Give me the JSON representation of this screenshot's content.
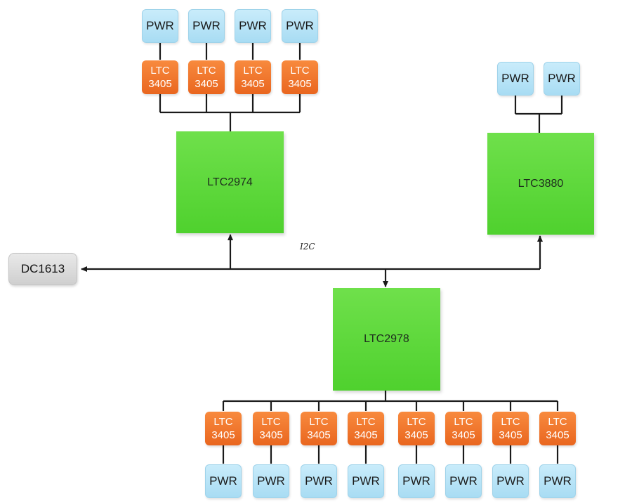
{
  "labels": {
    "pwr": "PWR",
    "ltc3405_top": "LTC",
    "ltc3405_bottom": "3405",
    "ltc2974": "LTC2974",
    "ltc3880": "LTC3880",
    "ltc2978": "LTC2978",
    "dc1613": "DC1613",
    "bus": "I2C"
  },
  "groups": {
    "ltc2974_channels": 4,
    "ltc3880_outputs": 2,
    "ltc2978_channels": 8
  },
  "colors": {
    "controller": "#56d333",
    "regulator": "#f07a2e",
    "power_rail": "#b3e3f7",
    "host": "#d9d9d9",
    "line": "#1a1a1a"
  }
}
